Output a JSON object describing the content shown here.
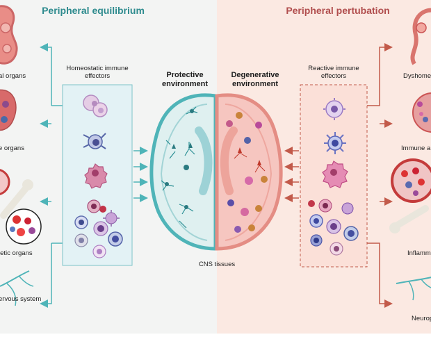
{
  "left_panel": {
    "title": "Peripheral equilibrium",
    "title_color": "#2e8b8e",
    "box_label": "Homeostatic immune\neffectors",
    "organs": [
      "al organs",
      "e organs",
      "ietic organs",
      "ervous system"
    ],
    "environment": "Protective\nenvironment"
  },
  "right_panel": {
    "title": "Peripheral pertubation",
    "title_color": "#b14e4e",
    "box_label": "Reactive immune\neffectors",
    "organs": [
      "Dyshome",
      "Immune a",
      "Inflamm",
      "Neurop"
    ],
    "environment": "Degenerative\nenvironment"
  },
  "center": {
    "label": "CNS tissues"
  },
  "colors": {
    "teal": "#4fb4b8",
    "red_arrow": "#c25a4a",
    "left_bg": "#f3f4f3",
    "right_bg": "#fbe9e2"
  }
}
